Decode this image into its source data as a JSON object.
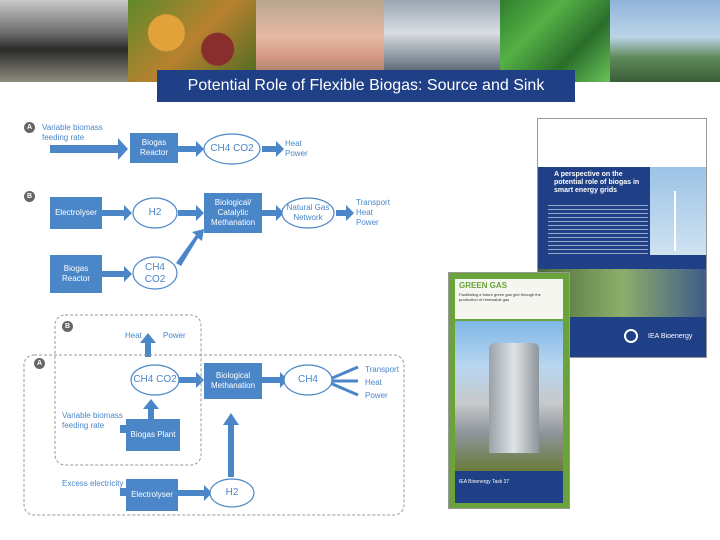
{
  "slide": {
    "title": "Potential Role of Flexible Biogas: Source and Sink"
  },
  "diagram_top": {
    "label_a": "A",
    "label_b": "B",
    "variable_biomass": "Variable biomass feeding rate",
    "biogas_reactor_1": "Biogas Reactor",
    "cloud_ch4_co2_1": "CH4 CO2",
    "outputs_a": [
      "Heat",
      "Power"
    ],
    "electrolyser_1": "Electrolyser",
    "cloud_h2_1": "H2",
    "bio_cat_methanation": "Biological/ Catalytic Methanation",
    "natural_gas_network": "Natural Gas Network",
    "outputs_b": [
      "Transport",
      "Heat",
      "Power"
    ],
    "biogas_reactor_2": "Biogas Reactor",
    "cloud_ch4_co2_2": "CH4 CO2"
  },
  "diagram_bottom": {
    "label_a": "A",
    "label_b": "B",
    "heat": "Heat",
    "power": "Power",
    "cloud_ch4_co2": "CH4 CO2",
    "bio_methanation": "Biological Methanation",
    "cloud_ch4": "CH4",
    "outputs": [
      "Transport",
      "Heat",
      "Power"
    ],
    "variable_biomass": "Variable biomass feeding rate",
    "biogas_plant": "Biogas Plant",
    "excess_electricity": "Excess electricity",
    "electrolyser": "Electrolyser",
    "cloud_h2": "H2"
  },
  "cover1": {
    "title": "A perspective on the potential role of biogas in smart energy grids",
    "brand": "IEA Bioenergy"
  },
  "cover2": {
    "title": "GREEN GAS",
    "subtitle": "Facilitating a future green gas grid through the production of renewable gas",
    "footer": "IEA Bioenergy Task 37"
  },
  "colors": {
    "title_bg": "#1f3f86",
    "diagram_blue": "#4a86c8",
    "cover_navy": "#1f3f86",
    "cover_green": "#6aa33a"
  }
}
